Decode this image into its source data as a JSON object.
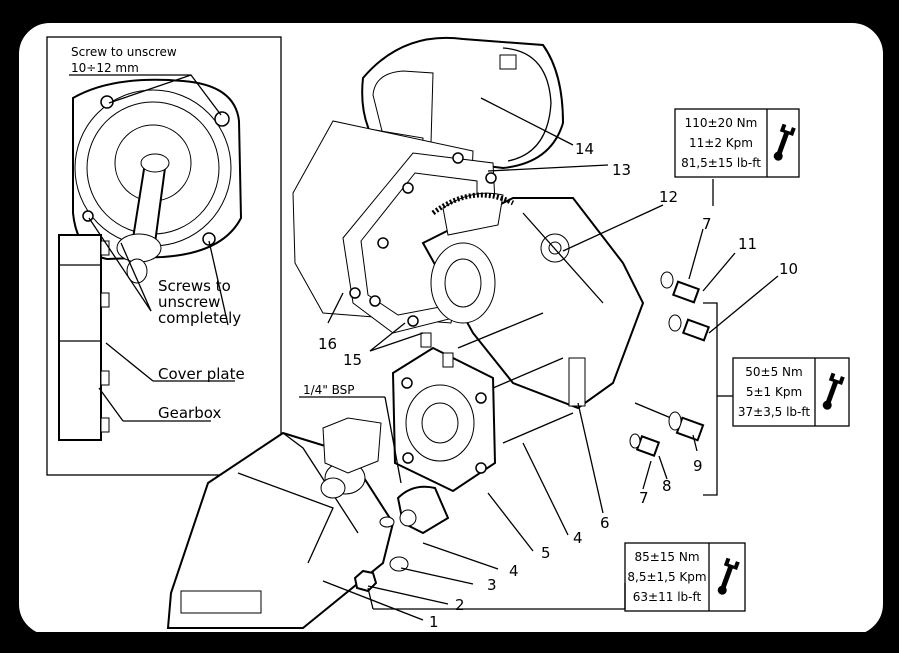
{
  "inset": {
    "screw_label_line1": "Screw to unscrew",
    "screw_label_line2": "10÷12 mm",
    "screws_label_line1": "Screws to",
    "screws_label_line2": "unscrew",
    "screws_label_line3": "completely",
    "cover_plate": "Cover plate",
    "gearbox": "Gearbox"
  },
  "bsp_label": "1/4\" BSP",
  "torque_boxes": [
    {
      "line1": "110±20 Nm",
      "line2": "11±2 Kpm",
      "line3": "81,5±15 lb-ft",
      "icon": "wrench-icon"
    },
    {
      "line1": "50±5 Nm",
      "line2": "5±1 Kpm",
      "line3": "37±3,5 lb-ft",
      "icon": "wrench-icon"
    },
    {
      "line1": "85±15 Nm",
      "line2": "8,5±1,5 Kpm",
      "line3": "63±11 lb-ft",
      "icon": "wrench-icon"
    }
  ],
  "callouts": [
    "1",
    "2",
    "3",
    "4",
    "4",
    "5",
    "6",
    "7",
    "7",
    "8",
    "9",
    "10",
    "11",
    "12",
    "13",
    "14",
    "15",
    "16"
  ]
}
